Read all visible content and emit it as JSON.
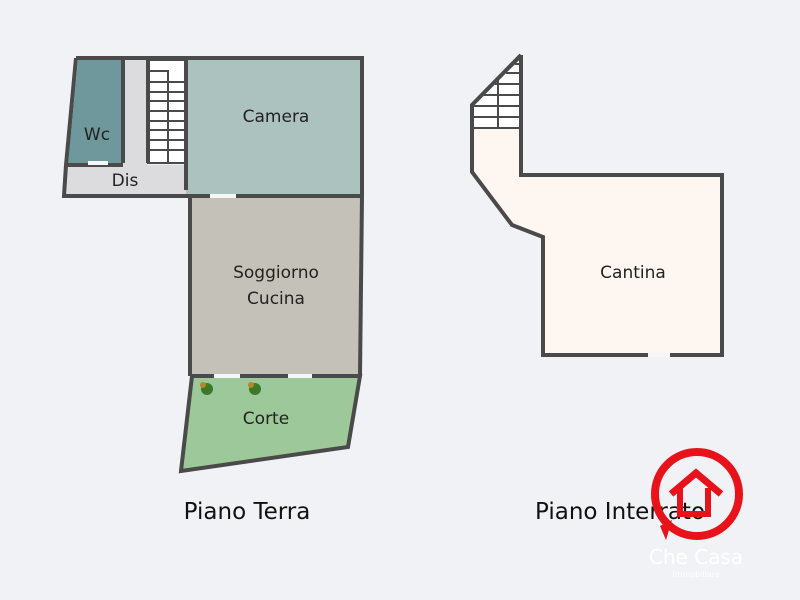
{
  "floors": [
    {
      "title": "Piano Terra",
      "rooms": [
        {
          "name": "Wc",
          "color": "#6f989c"
        },
        {
          "name": "Dis",
          "color": "#dcdcdf"
        },
        {
          "name": "Camera",
          "color": "#abc2bf"
        },
        {
          "name": "Soggiorno Cucina",
          "line1": "Soggiorno",
          "line2": "Cucina",
          "color": "#c4c2b8"
        },
        {
          "name": "Corte",
          "color": "#9dc89a"
        }
      ]
    },
    {
      "title": "Piano Interrato",
      "rooms": [
        {
          "name": "Cantina",
          "color": "#fdf6f1"
        }
      ]
    }
  ],
  "logo": {
    "name": "Che Casa",
    "subtitle": "Immobiliare",
    "color": "#e8121a"
  }
}
